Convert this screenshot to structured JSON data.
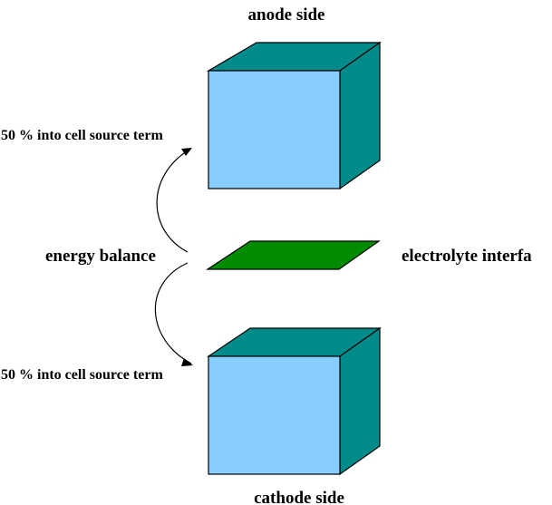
{
  "labels": {
    "anode": "anode side",
    "cathode": "cathode side",
    "energy_balance": "energy balance",
    "electrolyte": "electrolyte interfa",
    "upper_source": "50 % into cell source term",
    "lower_source": "50 % into cell source term"
  },
  "colors": {
    "cube_front": "#87ceff",
    "cube_side": "#008b8b",
    "interface": "#008b00",
    "outline": "#000000",
    "background": "#ffffff"
  }
}
